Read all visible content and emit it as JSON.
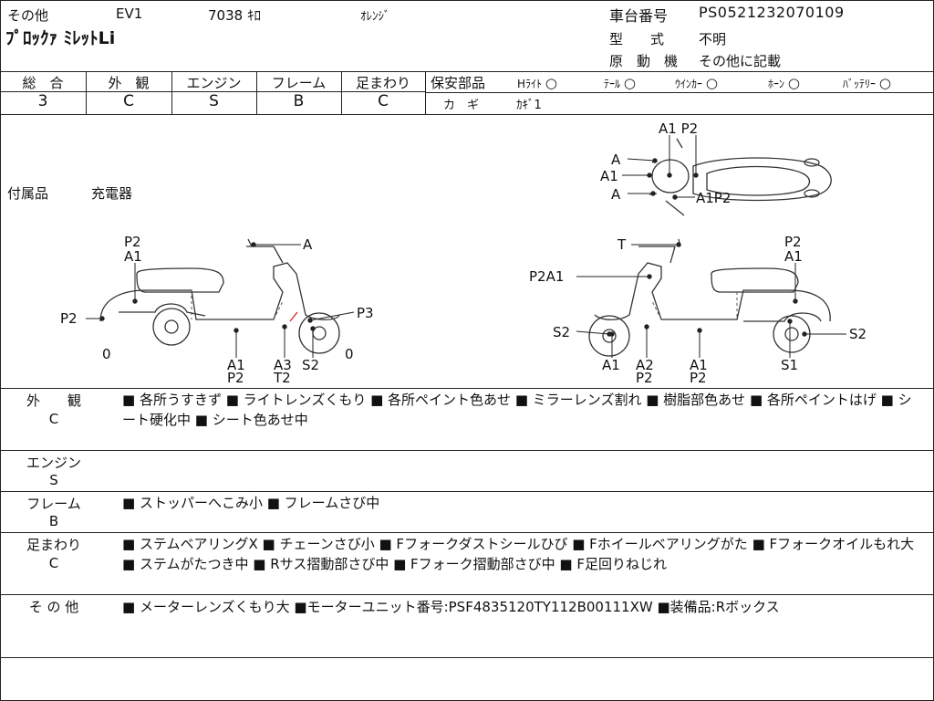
{
  "header": {
    "category": "その他",
    "model_code": "EV1",
    "mileage": "7038 ｷﾛ",
    "color": "ｵﾚﾝｼﾞ",
    "model_name": "ﾌﾟﾛｯｸｧ ﾐﾚｯﾄLi",
    "frame_no_label": "車台番号",
    "frame_no": "PS0521232070109",
    "type_label": "型　　式",
    "type_value": "不明",
    "engine_label": "原　動　機",
    "engine_value": "その他に記載"
  },
  "ratings": {
    "headers": [
      "総　合",
      "外　観",
      "エンジン",
      "フレーム",
      "足まわり"
    ],
    "values": [
      "3",
      "C",
      "S",
      "B",
      "C"
    ]
  },
  "safety": {
    "label": "保安部品",
    "items": [
      {
        "name": "Hﾗｲﾄ",
        "mark": "○"
      },
      {
        "name": "ﾃｰﾙ",
        "mark": "○"
      },
      {
        "name": "ｳｲﾝｶｰ",
        "mark": "○"
      },
      {
        "name": "ﾎｰﾝ",
        "mark": "○"
      },
      {
        "name": "ﾊﾞｯﾃﾘｰ",
        "mark": "○"
      }
    ],
    "key_label": "カ　ギ",
    "key_value": "ｶｷﾞ1"
  },
  "accessories": {
    "label": "付属品",
    "value": "充電器"
  },
  "diagram_labels": {
    "top_a1p2": "A1 P2",
    "top_a_1": "A",
    "top_a1": "A1",
    "top_a_2": "A",
    "top_a1p2_right": "A1P2",
    "left_p2_top": "P2",
    "left_a1_top": "A1",
    "left_a": "A",
    "left_p2_side": "P2",
    "left_p3": "P3",
    "left_0_a": "0",
    "left_0_b": "0",
    "left_a1": "A1",
    "left_p2_bottom": "P2",
    "left_a3": "A3",
    "left_t2": "T2",
    "left_s2": "S2",
    "right_t": "T",
    "right_p2_top": "P2",
    "right_a1_top": "A1",
    "right_p2a1": "P2A1",
    "right_s2_left": "S2",
    "right_s2_right": "S2",
    "right_a1_bottom": "A1",
    "right_a2": "A2",
    "right_p2_b1": "P2",
    "right_a1_b2": "A1",
    "right_p2_b2": "P2",
    "right_s1": "S1"
  },
  "sections": [
    {
      "label": "外　　観",
      "grade": "C",
      "text": "■ 各所うすきず ■ ライトレンズくもり ■ 各所ペイント色あせ ■ ミラーレンズ割れ ■ 樹脂部色あせ ■ 各所ペイントはげ ■ シート硬化中 ■ シート色あせ中"
    },
    {
      "label": "エンジン",
      "grade": "S",
      "text": ""
    },
    {
      "label": "フレーム",
      "grade": "B",
      "text": "■ ストッパーへこみ小 ■ フレームさび中"
    },
    {
      "label": "足まわり",
      "grade": "C",
      "text": "■ ステムベアリングX ■ チェーンさび小 ■ Fフォークダストシールひび ■ Fホイールベアリングがた ■ Fフォークオイルもれ大 ■ ステムがたつき中 ■ Rサス摺動部さび中 ■ Fフォーク摺動部さび中 ■ F足回りねじれ"
    },
    {
      "label": "そ の 他",
      "grade": "",
      "text": "■ メーターレンズくもり大 ■モーターユニット番号:PSF4835120TY112B00111XW ■装備品:Rボックス"
    }
  ]
}
